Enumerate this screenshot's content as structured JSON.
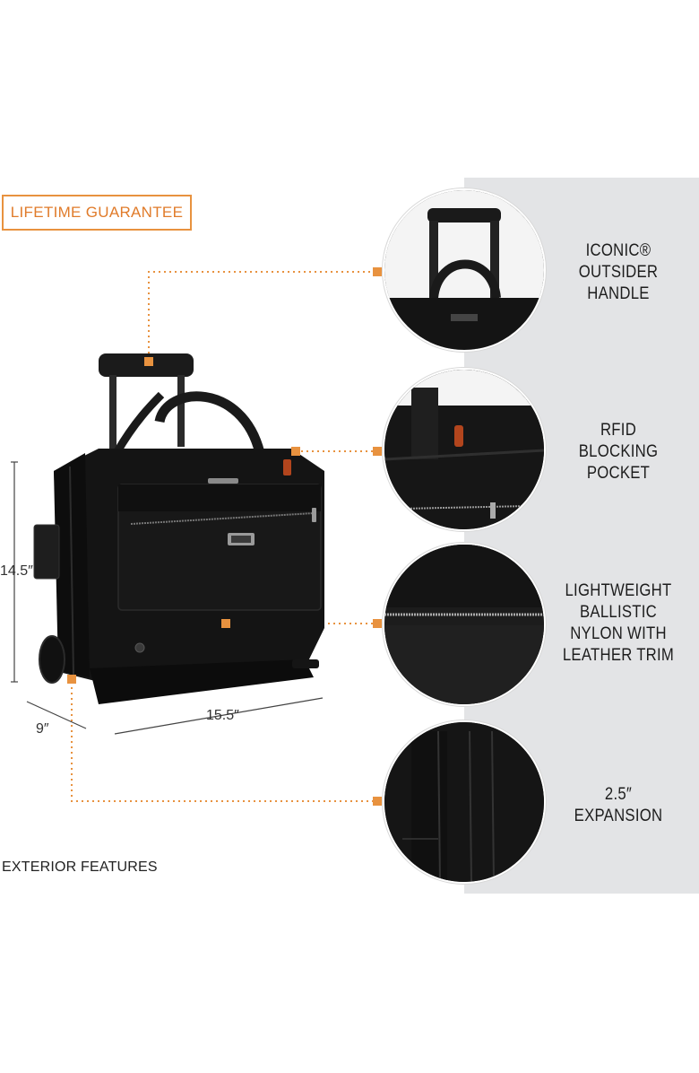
{
  "badge": {
    "text": "LIFETIME GUARANTEE"
  },
  "features": [
    {
      "lines": [
        "ICONIC®",
        "OUTSIDER",
        "HANDLE"
      ]
    },
    {
      "lines": [
        "RFID",
        "BLOCKING",
        "POCKET"
      ]
    },
    {
      "lines": [
        "LIGHTWEIGHT",
        "BALLISTIC",
        "NYLON WITH",
        "LEATHER TRIM"
      ]
    },
    {
      "lines": [
        "2.5″",
        "EXPANSION"
      ]
    }
  ],
  "dimensions": {
    "height": "14.5″",
    "depth": "9″",
    "width": "15.5″"
  },
  "footer": {
    "label": "EXTERIOR FEATURES"
  },
  "colors": {
    "accent": "#e8923f",
    "panel": "#e3e4e6",
    "product": "#141414"
  }
}
